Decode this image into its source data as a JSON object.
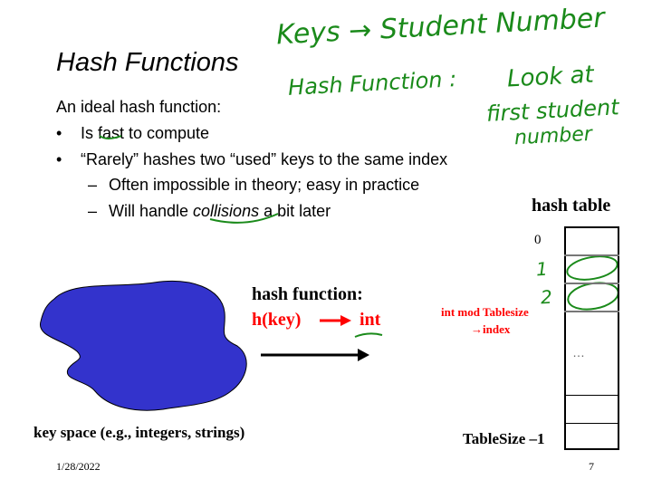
{
  "title": "Hash Functions",
  "intro": "An ideal hash function:",
  "bullets": [
    {
      "marker": "•",
      "text": "Is fast to compute"
    },
    {
      "marker": "•",
      "text": "“Rarely” hashes two “used” keys to the same index"
    }
  ],
  "subbullets": [
    {
      "marker": "–",
      "text": "Often impossible in theory; easy in practice"
    },
    {
      "marker": "–",
      "pre": "Will handle ",
      "em": "collisions",
      "post": " a bit later"
    }
  ],
  "diagram": {
    "hash_function_label": "hash function:",
    "h_key": "h(key)",
    "int": "int",
    "key_space_label": "key space (e.g., integers, strings)",
    "hash_table_label": "hash table",
    "index_0": "0",
    "ellipsis": "…",
    "last_index": "TableSize –1",
    "mod_line1": "int mod Tablesize",
    "mod_line2": "→index"
  },
  "annotations": {
    "keys": "Keys → Student Number",
    "hash_fn": "Hash Function  :",
    "look": "Look at",
    "first": "first student",
    "number": "number",
    "one": "1",
    "two": "2"
  },
  "footer": {
    "date": "1/28/2022",
    "page": "7"
  },
  "colors": {
    "blob": "#3333cc",
    "red": "#ff0000",
    "ink": "#1a8a1a"
  }
}
